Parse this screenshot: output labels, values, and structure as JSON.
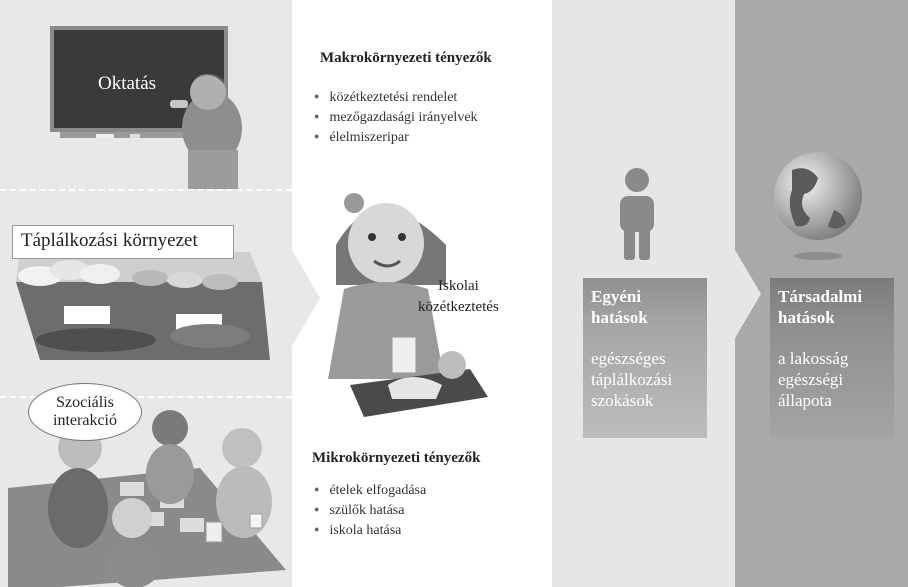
{
  "education_label": "Oktatás",
  "environment_label": "Táplálkozási környezet",
  "social_label_line1": "Szociális",
  "social_label_line2": "interakció",
  "macro": {
    "heading": "Makrokörnyezeti tényezők",
    "items": [
      "közétkeztetési rendelet",
      "mezőgazdasági irányelvek",
      "élelmiszeripar"
    ]
  },
  "micro": {
    "heading": "Mikrokörnyezeti tényezők",
    "items": [
      "ételek elfogadása",
      "szülők hatása",
      "iskola hatása"
    ]
  },
  "school": {
    "line1": "Iskolai",
    "line2": "közétkeztetés"
  },
  "individual": {
    "title_line1": "Egyéni",
    "title_line2": "hatások",
    "desc_line1": "egészséges",
    "desc_line2": "táplálkozási",
    "desc_line3": "szokások"
  },
  "societal": {
    "title_line1": "Társadalmi",
    "title_line2": "hatások",
    "desc_line1": "a lakosság",
    "desc_line2": "egészségi",
    "desc_line3": "állapota"
  }
}
